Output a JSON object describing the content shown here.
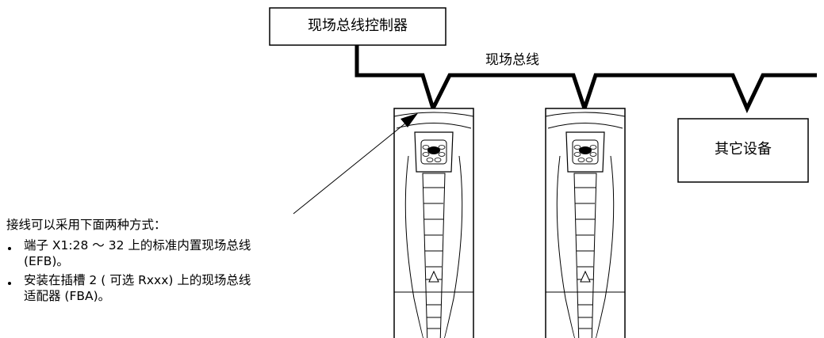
{
  "controller_box": {
    "label": "现场总线控制器"
  },
  "bus_label": "现场总线",
  "other_device_box": {
    "label": "其它设备"
  },
  "notes": {
    "intro": "接线可以采用下面两种方式：",
    "items": [
      {
        "text": "端子 X1:28 ～ 32 上的标准内置现场总线 (EFB)。"
      },
      {
        "text": "安装在插槽 2 ( 可选 Rxxx) 上的现场总线适配器 (FBA)。"
      }
    ]
  },
  "colors": {
    "line": "#000000",
    "background": "#ffffff"
  }
}
